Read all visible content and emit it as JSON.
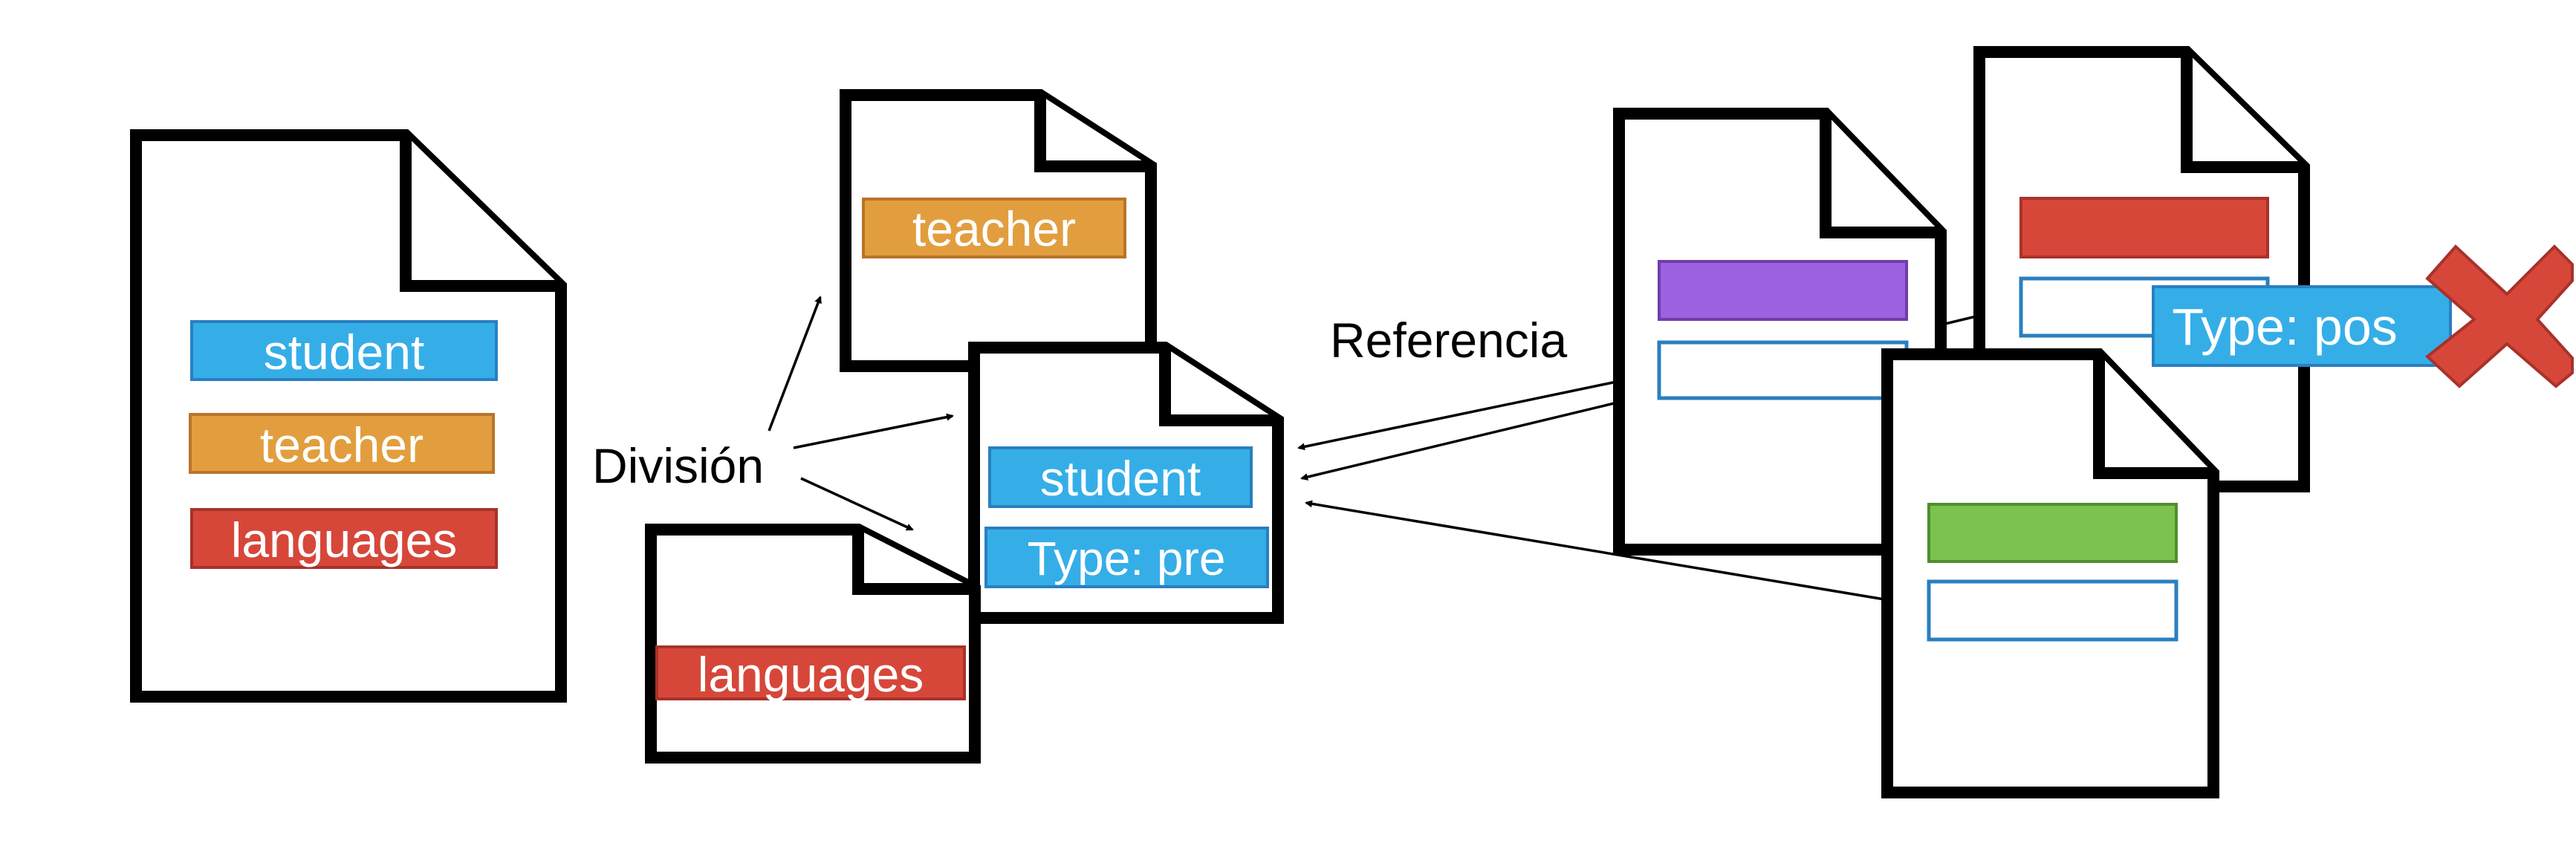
{
  "colors": {
    "student": "#35aee8",
    "teacher": "#e29e3e",
    "languages": "#d6473a",
    "purple": "#9d62df",
    "green": "#7cc24e",
    "outline": "#2a7fbf",
    "reject": "#d6473a"
  },
  "original_document": {
    "fields": [
      "student",
      "teacher",
      "languages"
    ]
  },
  "division": {
    "caption": "División",
    "teacher_doc": {
      "field": "teacher"
    },
    "student_doc": {
      "field": "student",
      "type_label": "Type: pre"
    },
    "languages_doc": {
      "field": "languages"
    }
  },
  "reference": {
    "caption": "Referencia",
    "rejected_type_label": "Type: pos",
    "reject_icon": "x-mark-icon"
  }
}
